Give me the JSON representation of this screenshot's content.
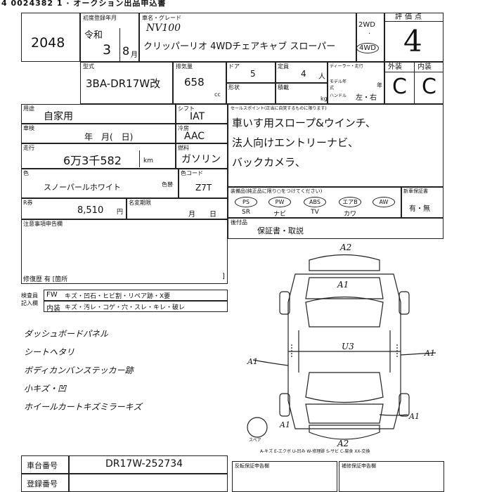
{
  "header": {
    "text": "4 0024382 1 · オークション出品申込書",
    "lot_number": "2048",
    "reg_year_label": "初度登録年月",
    "era": "令和",
    "year": "3",
    "month": "8",
    "month_unit": "月",
    "name_grade_label": "車名・グレード",
    "model_name": "NV100",
    "grade_text": "クリッパーリオ 4WDチェアキャブ スローパー",
    "drive_2wd": "2WD",
    "drive_4wd": "4WD",
    "score_label": "評価点",
    "score": "4",
    "ext_label": "外装",
    "int_label": "内装",
    "ext_score": "C",
    "int_score": "C"
  },
  "specs": {
    "model_code_label": "型式",
    "model_code": "3BA-DR17W改",
    "displacement_label": "排気量",
    "displacement": "658",
    "displacement_unit": "cc",
    "doors_label": "ドア",
    "doors": "5",
    "capacity_label": "定員",
    "capacity": "4",
    "capacity_unit": "人",
    "shape_label": "形状",
    "load_label": "積載",
    "load_unit": "kg",
    "dealer_label": "ディーラー・走行",
    "model_year_label": "モデル年式",
    "model_year_unit": "年",
    "handle_label": "ハンドル",
    "handle_value": "左・右"
  },
  "details": {
    "usage_label": "用途",
    "usage": "自家用",
    "inspection_label": "車検",
    "inspection_value": "年　月(　日)",
    "mileage_label": "走行",
    "mileage": "6万3千582",
    "mileage_unit": "km",
    "shift_label": "シフト",
    "shift": "IAT",
    "ac_label": "冷房",
    "ac": "AAC",
    "fuel_label": "燃料",
    "fuel": "ガソリン",
    "color_label": "色",
    "color": "スノーパールホワイト",
    "color_code_label": "色コード",
    "color_code": "Z7T",
    "color_change_label": "色替",
    "recycle_label": "R券",
    "recycle_amount": "8,510",
    "recycle_unit": "円",
    "name_change_label": "名変期限",
    "name_change_value": "月　　日",
    "notes_label": "注意事項申告欄",
    "repair_label": "修復歴",
    "repair_value": "有 [箇所"
  },
  "selling_points": {
    "label": "セールスポイント(正当に自覚するものに限ります)",
    "lines": [
      "車いす用スロープ&ウインチ、",
      "法人向けエントリーナビ、",
      "バックカメラ、"
    ]
  },
  "equipment": {
    "label": "装備品(純正品に限り○をつけてください)",
    "items": [
      {
        "icon": "PS",
        "label": "SR"
      },
      {
        "icon": "PW",
        "label": "ナビ"
      },
      {
        "icon": "ABS",
        "label": "TV"
      },
      {
        "icon": "エアB",
        "label": "カワ"
      },
      {
        "icon": "AW",
        "label": ""
      }
    ],
    "manual_label": "新車保証書",
    "manual_value": "有・無"
  },
  "aftermarket": {
    "label": "後付品",
    "value": "保証書・取説"
  },
  "inspector": {
    "label1": "検査員",
    "label2": "記入欄",
    "row1_head": "FW",
    "row1_items": "キズ・凹石・ヒビ割・リペア跡・X要",
    "row2_head": "内装",
    "row2_items": "キズ・汚レ・コゲ・穴・スレ・キレ・破レ"
  },
  "handwritten_notes": [
    "ダッシュボードパネル",
    "シートヘタリ",
    "ボディカンバンステッカー跡",
    "小キズ・凹",
    "ホイールカートキズミラーキズ"
  ],
  "diagram": {
    "marks": [
      "A2",
      "A1",
      "A1",
      "U3",
      "A1",
      "A1",
      "A1",
      "A2"
    ],
    "spare_label": "スペア",
    "legend": "A-キズ E-エクボ U-凹み W-修理跡 S-サビ C-腐食 XX-交換"
  },
  "footer": {
    "chassis_label": "車台番号",
    "chassis_number": "DR17W-252734",
    "reg_number_label": "登録番号",
    "box1_label": "反転保証申告欄",
    "box2_label": "補修保証申告欄"
  },
  "colors": {
    "ink": "#111111",
    "paper": "#ffffff"
  }
}
